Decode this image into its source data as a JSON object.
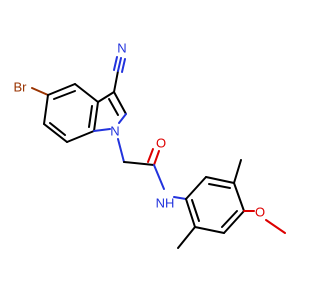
{
  "colors": {
    "background": "#ffffff",
    "bond": "#000000",
    "nitrogen": "#2233dd",
    "oxygen": "#dd0000",
    "bromine": "#993300"
  },
  "atoms": {
    "bromine": "Br",
    "nitrile_nitrogen": "N",
    "indole_nitrogen": "N",
    "carbonyl_oxygen": "O",
    "amide_nh": "NH",
    "methoxy_oxygen": "O"
  }
}
